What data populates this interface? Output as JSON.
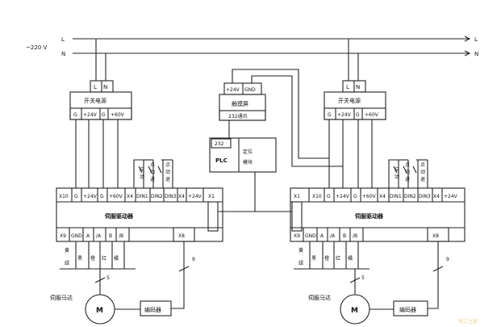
{
  "mains": {
    "supply": "~220 V",
    "l": "L",
    "n": "N"
  },
  "psu": {
    "title": "开关电源",
    "in_l": "L",
    "in_n": "N",
    "pins": [
      "G",
      "+24V",
      "G",
      "+60V"
    ]
  },
  "touchscreen": {
    "pins": [
      "+24V",
      "GND"
    ],
    "title": "触摸屏",
    "comm": "232通讯"
  },
  "plc": {
    "port": "232",
    "label": "PLC",
    "positioning": "定位模块"
  },
  "switches": [
    "启动",
    "点动进",
    "点动退"
  ],
  "driver": {
    "title": "伺服驱动器",
    "x10": "X10",
    "top_pins": [
      "G",
      "+24V",
      "G",
      "+60V"
    ],
    "x4": "X4",
    "din": [
      "DIN1",
      "DIN2",
      "DIN3"
    ],
    "x4b": "X4",
    "plus24": "+24V",
    "x1": "X1",
    "x9": "X9",
    "bottom_pins": [
      "GND",
      "A",
      "/A",
      "B",
      "/B"
    ],
    "x8": "X8"
  },
  "motor_wires": [
    "黄绿",
    "黑",
    "橙",
    "红",
    "橘"
  ],
  "motor_label": "伺服马达",
  "motor_symbol": "M",
  "encoder": "编码器",
  "cable_5": "5",
  "cable_9": "9",
  "watermark": "电工之家"
}
